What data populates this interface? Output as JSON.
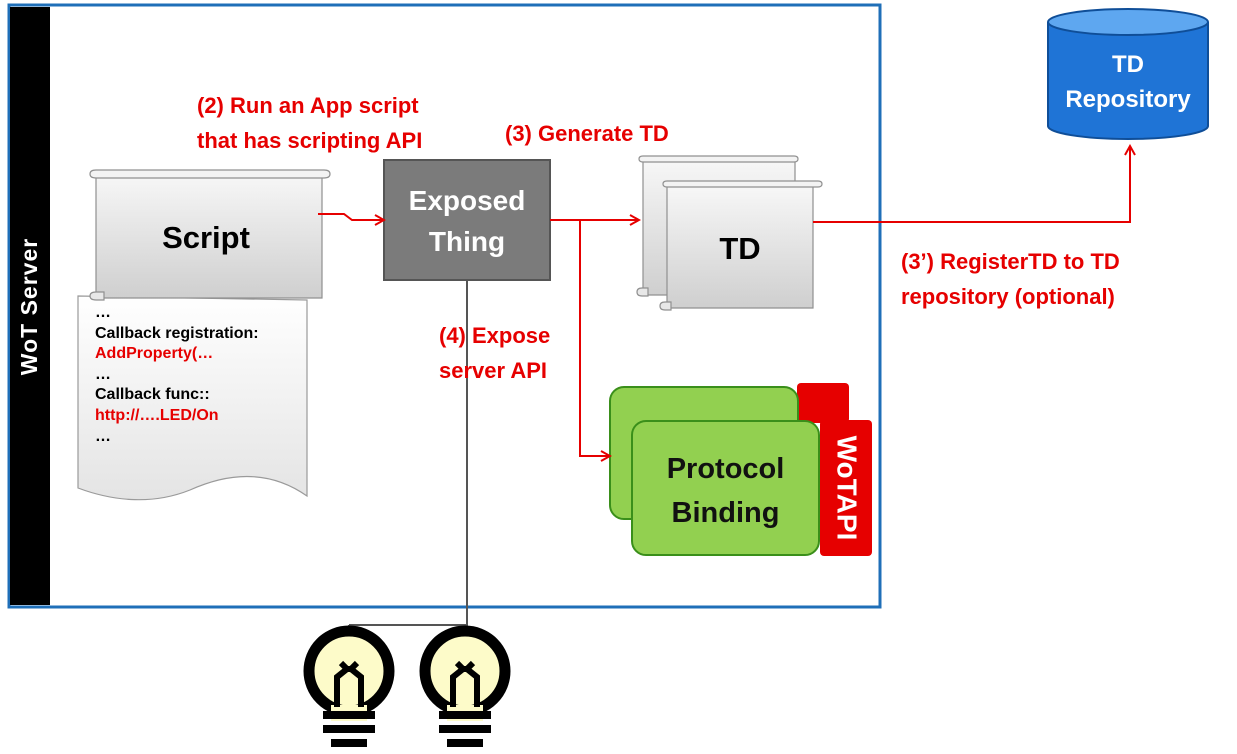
{
  "sidebar": {
    "label": "WoT Server"
  },
  "script_doc": {
    "label": "Script"
  },
  "code_listing": {
    "lines": [
      {
        "text": "…",
        "color": "#000000"
      },
      {
        "text": "Callback registration:",
        "color": "#000000"
      },
      {
        "text": "AddProperty(…",
        "color": "#e60000"
      },
      {
        "text": "…",
        "color": "#000000"
      },
      {
        "text": "Callback func::",
        "color": "#000000"
      },
      {
        "text": "http://….LED/On",
        "color": "#e60000"
      },
      {
        "text": "…",
        "color": "#000000"
      }
    ]
  },
  "exposed_thing": {
    "line1": "Exposed",
    "line2": "Thing"
  },
  "td_doc": {
    "label": "TD"
  },
  "td_repository": {
    "line1": "TD",
    "line2": "Repository"
  },
  "protocol_binding": {
    "line1": "Protocol",
    "line2": "Binding"
  },
  "wot_api": {
    "label": "WoTAPI"
  },
  "annotations": {
    "run_script_1": "(2) Run an App script",
    "run_script_2": "that has scripting API",
    "generate_td": "(3) Generate TD",
    "register_td_1": "(3’) RegisterTD to TD",
    "register_td_2": "repository (optional)",
    "expose_api_1": "(4) Expose",
    "expose_api_2": "server API"
  },
  "colors": {
    "arrow": "#e60000",
    "server_border": "#1f6fb8",
    "sidebar": "#000000",
    "exposed_thing": "#7b7b7b",
    "repository": "#1f74d6",
    "binding": "#92d050",
    "binding_border": "#3a8f1a",
    "wot_api": "#e60000",
    "bulb": "#fdfbc9"
  },
  "icons": [
    "lightbulb-icon",
    "lightbulb-icon"
  ]
}
